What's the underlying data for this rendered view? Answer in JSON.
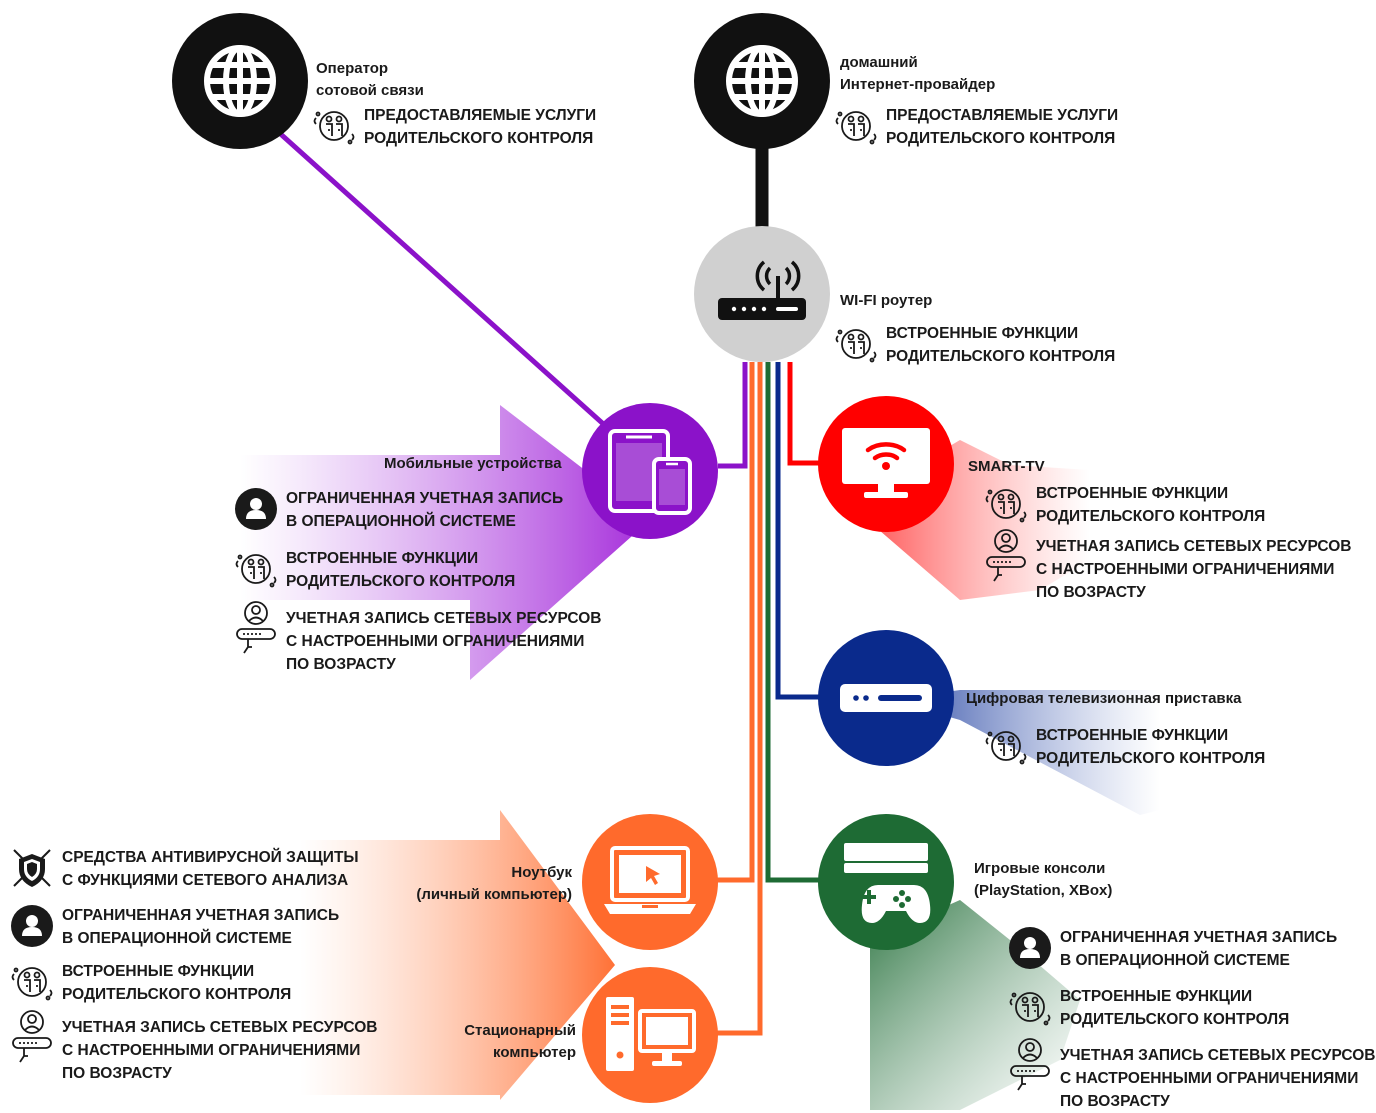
{
  "colors": {
    "black": "#111111",
    "purple": "#8b12c9",
    "red": "#ff0000",
    "navy": "#0a2a8c",
    "orange": "#ff6a2c",
    "green": "#1e6b34",
    "router_gray": "#d0d0d0"
  },
  "nodes": {
    "mobile_operator": {
      "label_line1": "Оператор",
      "label_line2": "сотовой связи",
      "icon": "globe-icon"
    },
    "isp": {
      "label_line1": "домашний",
      "label_line2": "Интернет-провайдер",
      "icon": "globe-icon"
    },
    "router": {
      "label": "WI-FI роутер",
      "icon": "router-icon"
    },
    "mobile": {
      "label": "Мобильные устройства",
      "icon": "tablet-phone-icon"
    },
    "smart_tv": {
      "label": "SMART-TV",
      "icon": "tv-wifi-icon"
    },
    "set_top_box": {
      "label": "Цифровая телевизионная приставка",
      "icon": "set-top-box-icon"
    },
    "laptop": {
      "label_line1": "Ноутбук",
      "label_line2": "(личный компьютер)",
      "icon": "laptop-icon"
    },
    "desktop": {
      "label_line1": "Стационарный",
      "label_line2": "компьютер",
      "icon": "desktop-icon"
    },
    "console": {
      "label_line1": "Игровые консоли",
      "label_line2": "(PlayStation, XBox)",
      "icon": "gamepad-icon"
    }
  },
  "features": {
    "provider_services": [
      "ПРЕДОСТАВЛЯЕМЫЕ УСЛУГИ",
      "РОДИТЕЛЬСКОГО КОНТРОЛЯ"
    ],
    "builtin_parental": [
      "ВСТРОЕННЫЕ ФУНКЦИИ",
      "РОДИТЕЛЬСКОГО КОНТРОЛЯ"
    ],
    "limited_account": [
      "ОГРАНИЧЕННАЯ УЧЕТНАЯ ЗАПИСЬ",
      "В ОПЕРАЦИОННОЙ СИСТЕМЕ"
    ],
    "network_account": [
      "УЧЕТНАЯ ЗАПИСЬ СЕТЕВЫХ РЕСУРСОВ",
      "С НАСТРОЕННЫМИ ОГРАНИЧЕНИЯМИ",
      "ПО ВОЗРАСТУ"
    ],
    "antivirus": [
      "СРЕДСТВА АНТИВИРУСНОЙ ЗАЩИТЫ",
      "С ФУНКЦИЯМИ СЕТЕВОГО АНАЛИЗА"
    ]
  },
  "icons": {
    "parental": "family-parental-icon",
    "account": "user-account-icon",
    "network_account": "user-age-rating-icon",
    "antivirus": "shield-swords-icon"
  }
}
